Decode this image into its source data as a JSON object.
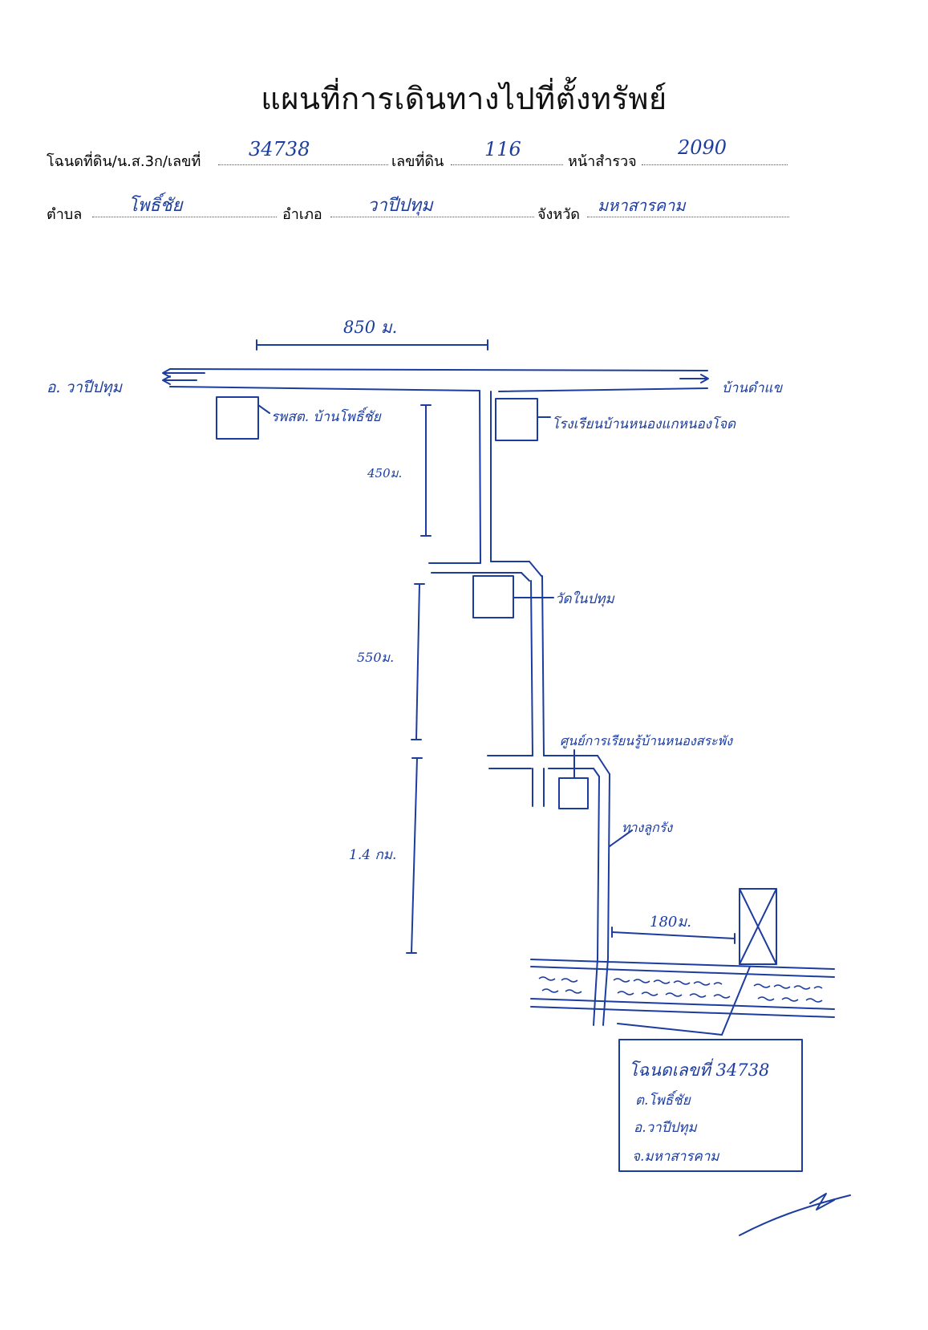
{
  "title": "แผนที่การเดินทางไปที่ตั้งทรัพย์",
  "form": {
    "deed_label": "โฉนดที่ดิน/น.ส.3ก/เลขที่",
    "deed_value": "34738",
    "land_no_label": "เลขที่ดิน",
    "land_no_value": "116",
    "survey_label": "หน้าสำรวจ",
    "survey_value": "2090",
    "subdistrict_label": "ตำบล",
    "subdistrict_value": "โพธิ์ชัย",
    "district_label": "อำเภอ",
    "district_value": "วาปีปทุม",
    "province_label": "จังหวัด",
    "province_value": "มหาสารคาม"
  },
  "map": {
    "road_left_label": "อ. วาปีปทุม",
    "road_right_label": "บ้านดำแข",
    "distance_top": "850 ม.",
    "distance_1": "450ม.",
    "distance_2": "550ม.",
    "distance_3": "1.4 กม.",
    "distance_4": "180ม.",
    "landmark_hospital": "รพสต. บ้านโพธิ์ชัย",
    "landmark_school": "โรงเรียนบ้านหนองแกหนองโจด",
    "landmark_temple": "วัดในปทุม",
    "landmark_center": "ศูนย์การเรียนรู้บ้านหนองสระพัง",
    "landmark_dirt_road": "ทางลูกรัง",
    "property_box": {
      "line1": "โฉนดเลขที่ 34738",
      "line2": "ต.โพธิ์ชัย",
      "line3": "อ.วาปีปทุม",
      "line4": "จ.มหาสารคาม"
    }
  },
  "colors": {
    "ink": "#1d3d9e",
    "text": "#111111"
  }
}
